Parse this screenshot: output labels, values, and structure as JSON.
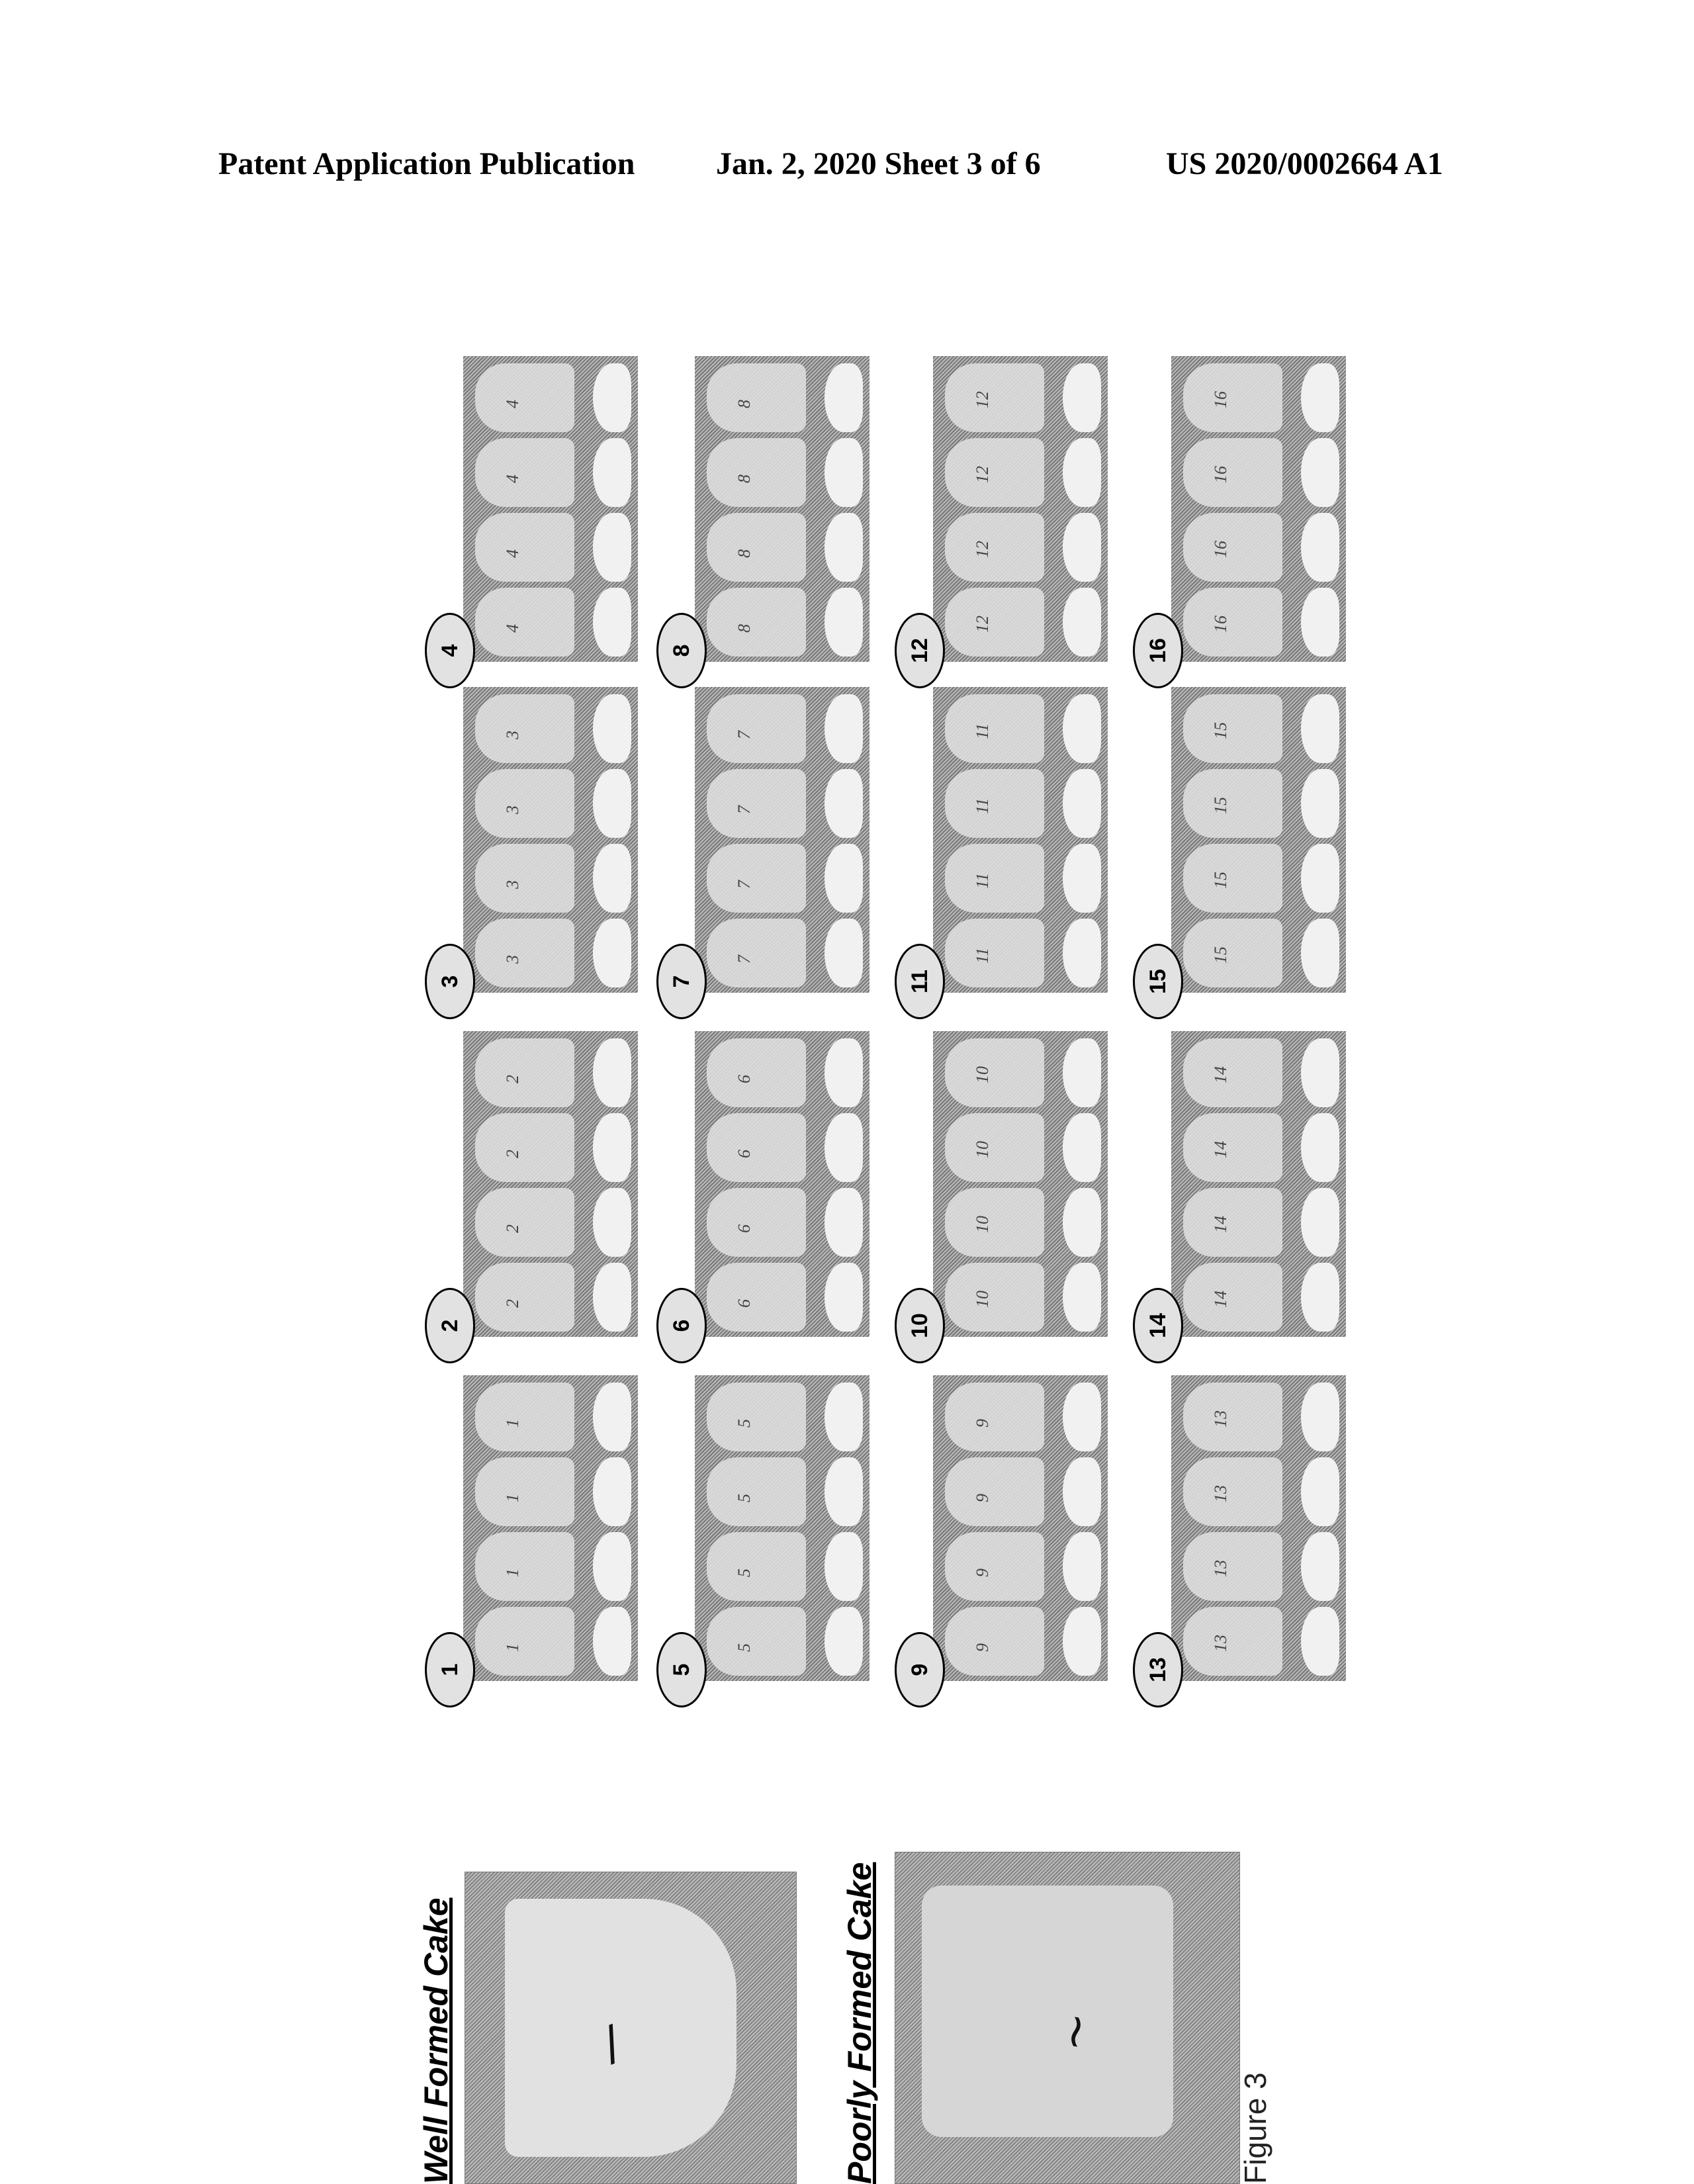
{
  "header": {
    "publication": "Patent Application Publication",
    "date_sheet": "Jan. 2, 2020   Sheet 3 of 6",
    "number": "US 2020/0002664 A1"
  },
  "figure": {
    "label": "Figure 3",
    "well_formed_title": "Well Formed Cake",
    "poorly_formed_title": "Poorly Formed Cake",
    "panels": [
      {
        "id": "1"
      },
      {
        "id": "2"
      },
      {
        "id": "3"
      },
      {
        "id": "4"
      },
      {
        "id": "5"
      },
      {
        "id": "6"
      },
      {
        "id": "7"
      },
      {
        "id": "8"
      },
      {
        "id": "9"
      },
      {
        "id": "10"
      },
      {
        "id": "11"
      },
      {
        "id": "12"
      },
      {
        "id": "13"
      },
      {
        "id": "14"
      },
      {
        "id": "15"
      },
      {
        "id": "16"
      }
    ]
  }
}
